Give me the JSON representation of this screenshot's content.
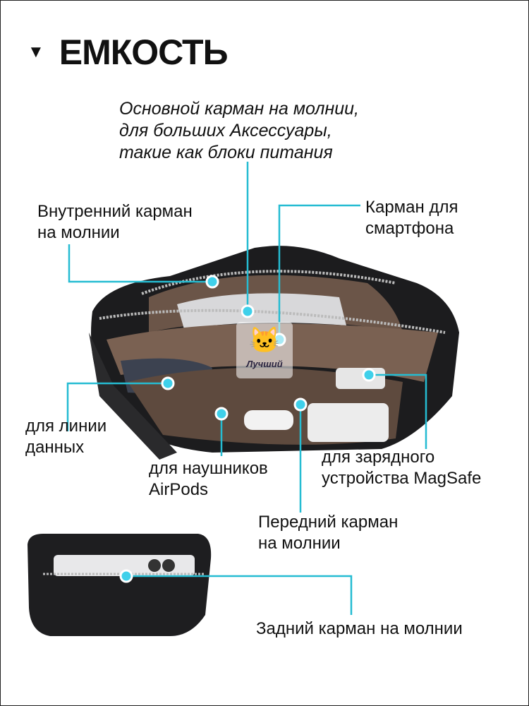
{
  "title": "ЕМКОСТЬ",
  "title_icon": "triangle-down-icon",
  "accent_color": "#25bcd2",
  "callouts": {
    "main_pocket": "Основной карман на молнии,\nдля больших Аксессуары,\nтакие как блоки питания",
    "inner_pocket": "Внутренний карман\nна молнии",
    "smartphone_pocket": "Карман для\nсмартфона",
    "data_cable": "для линии\nданных",
    "airpods": "для наушников\nAirPods",
    "magsafe": "для зарядного\nустройства MagSafe",
    "front_pocket": "Передний карман\nна молнии",
    "back_pocket": "Задний карман на молнии"
  },
  "watermark": "Лучший"
}
